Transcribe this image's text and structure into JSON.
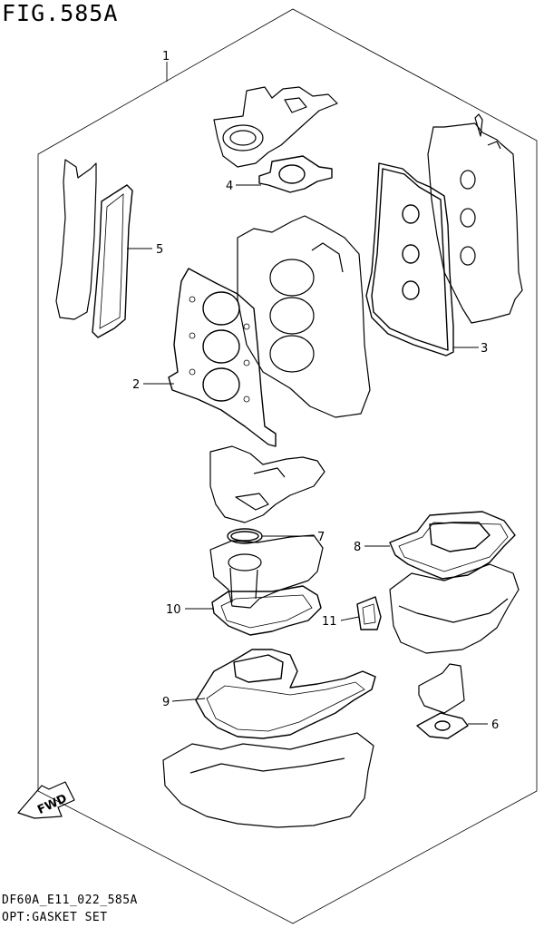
{
  "figure": {
    "title": "FIG.585A",
    "code": "DF60A_E11_022_585A",
    "name": "OPT:GASKET SET"
  },
  "callouts": [
    "1",
    "2",
    "3",
    "4",
    "5",
    "6",
    "7",
    "8",
    "9",
    "10",
    "11"
  ],
  "fwd_label": "FWD"
}
